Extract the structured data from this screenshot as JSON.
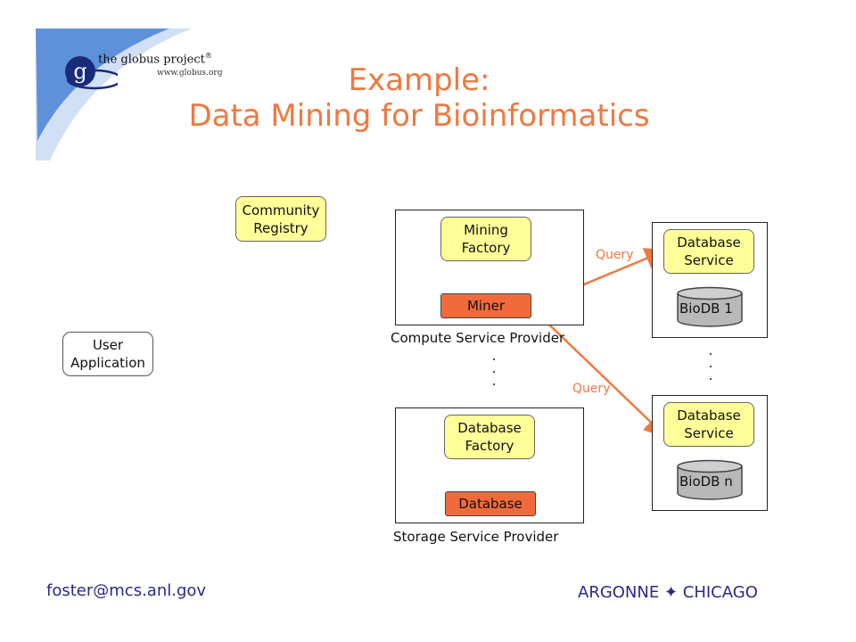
{
  "header": {
    "logo_letter": "g",
    "logo_name": "the globus project",
    "logo_mark": "®",
    "logo_url": "www.globus.org",
    "title_line1": "Example:",
    "title_line2": "Data Mining for Bioinformatics"
  },
  "diagram": {
    "community_registry": "Community\nRegistry",
    "user_application": "User\nApplication",
    "compute_provider": {
      "factory": "Mining\nFactory",
      "component": "Miner",
      "caption": "Compute Service Provider"
    },
    "storage_provider": {
      "factory": "Database\nFactory",
      "component": "Database",
      "caption": "Storage Service Provider"
    },
    "database_service_1": {
      "service": "Database\nService",
      "db": "BioDB 1"
    },
    "database_service_n": {
      "service": "Database\nService",
      "db": "BioDB n"
    },
    "query_label_1": "Query",
    "query_label_2": "Query",
    "ellipsis": ".\n.\n."
  },
  "footer": {
    "email": "foster@mcs.anl.gov",
    "org": "ARGONNE ✦ CHICAGO"
  },
  "colors": {
    "accent": "#f0783f",
    "box_yellow": "#ffff99",
    "box_orange": "#f26a3c",
    "swoosh": "#4f86d6"
  }
}
